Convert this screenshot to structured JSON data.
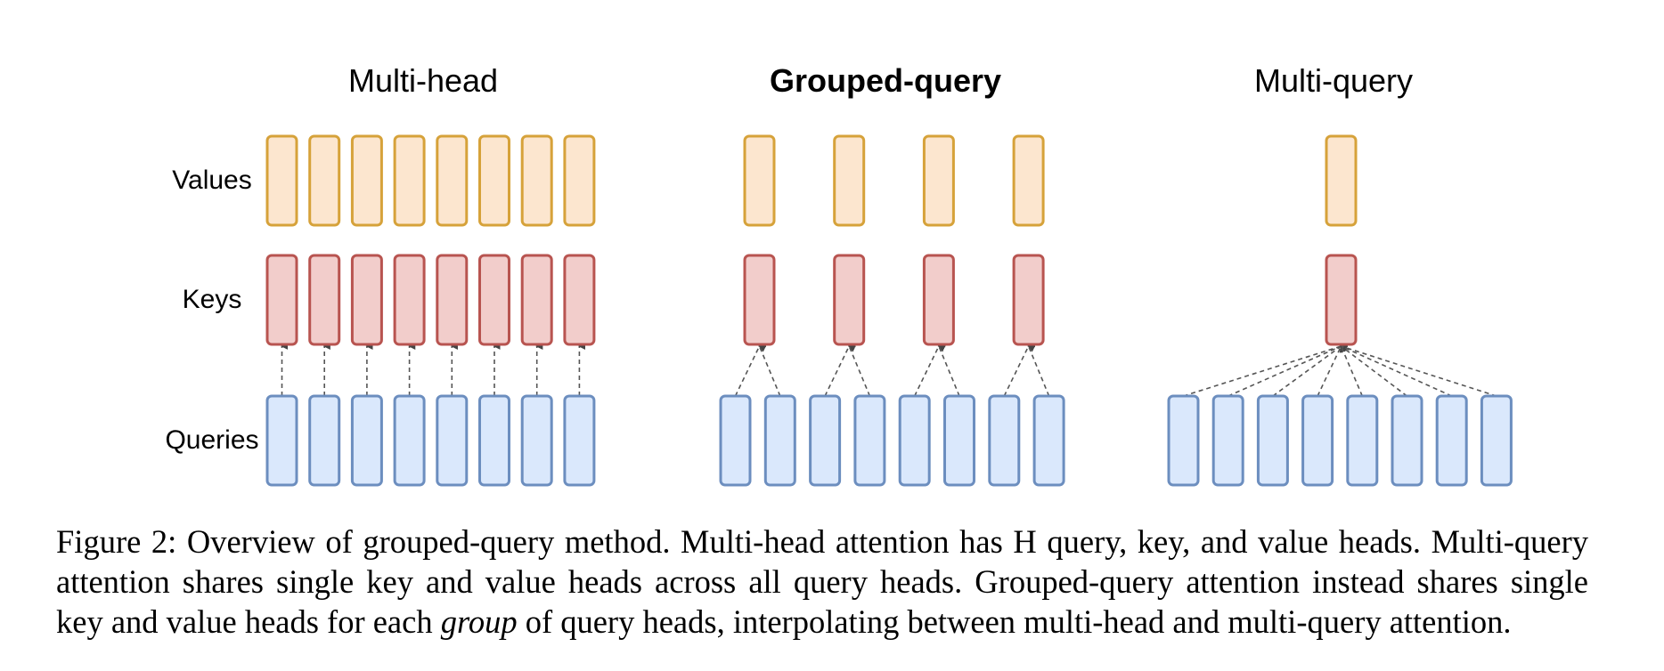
{
  "figure": {
    "panels": [
      {
        "title": "Multi-head",
        "bold": false,
        "num_query_heads": 8,
        "num_kv_heads": 8
      },
      {
        "title": "Grouped-query",
        "bold": true,
        "num_query_heads": 8,
        "num_kv_heads": 4
      },
      {
        "title": "Multi-query",
        "bold": false,
        "num_query_heads": 8,
        "num_kv_heads": 1
      }
    ],
    "row_labels": {
      "values": "Values",
      "keys": "Keys",
      "queries": "Queries"
    },
    "colors": {
      "values_fill": "#fce6cf",
      "values_stroke": "#d6a23a",
      "keys_fill": "#f2cdcb",
      "keys_stroke": "#b85450",
      "queries_fill": "#dae8fc",
      "queries_stroke": "#6c8ebf",
      "connector": "#555555"
    }
  },
  "caption": {
    "line1": "Figure 2: Overview of grouped-query method. Multi-head attention has H query, key, and value heads. Multi-query",
    "line2": "attention shares single key and value heads across all query heads. Grouped-query attention instead shares single",
    "line3_before": "key and value heads for each ",
    "line3_italic": "group",
    "line3_after": " of query heads, interpolating between multi-head and multi-query attention."
  }
}
